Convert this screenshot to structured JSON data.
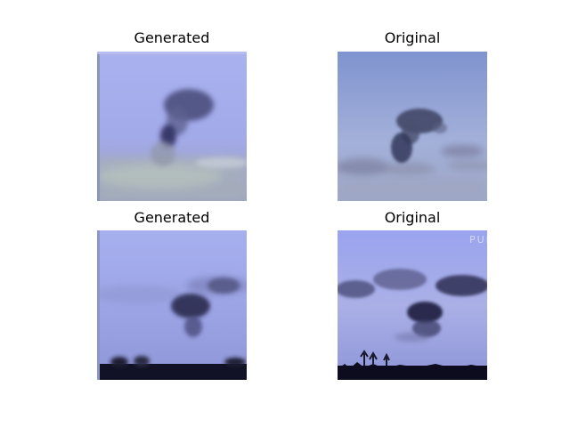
{
  "panels": [
    {
      "title": "Generated"
    },
    {
      "title": "Original"
    },
    {
      "title": "Generated"
    },
    {
      "title": "Original"
    }
  ],
  "watermark_text": "PUL"
}
